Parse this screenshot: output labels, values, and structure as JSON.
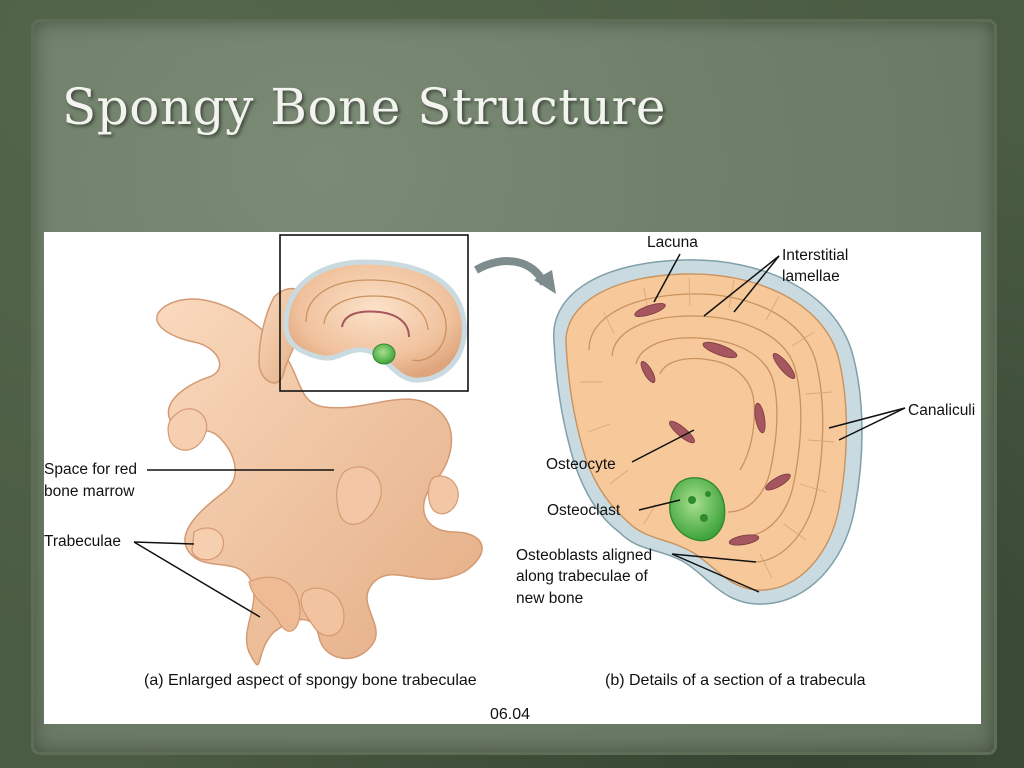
{
  "slide": {
    "title": "Spongy Bone Structure"
  },
  "diagram": {
    "labels": {
      "lacuna": "Lacuna",
      "interstitial_1": "Interstitial",
      "interstitial_2": "lamellae",
      "canaliculi": "Canaliculi",
      "osteocyte": "Osteocyte",
      "osteoclast": "Osteoclast",
      "osteoblasts_1": "Osteoblasts aligned",
      "osteoblasts_2": "along trabeculae of",
      "osteoblasts_3": "new bone",
      "space_1": "Space for red",
      "space_2": "bone marrow",
      "trabeculae": "Trabeculae"
    },
    "captions": {
      "a": "(a) Enlarged aspect of spongy bone trabeculae",
      "b": "(b) Details of a section of a trabecula",
      "figure_number": "06.04"
    },
    "colors": {
      "bone": "#f3c9a6",
      "bone_dark": "#e8b58c",
      "lamella_fill": "#f7c99a",
      "lamella_line": "#c9925e",
      "osteocyte": "#a5565e",
      "osteoblast": "#c9dbe0",
      "osteoclast": "#5fc04a"
    }
  }
}
